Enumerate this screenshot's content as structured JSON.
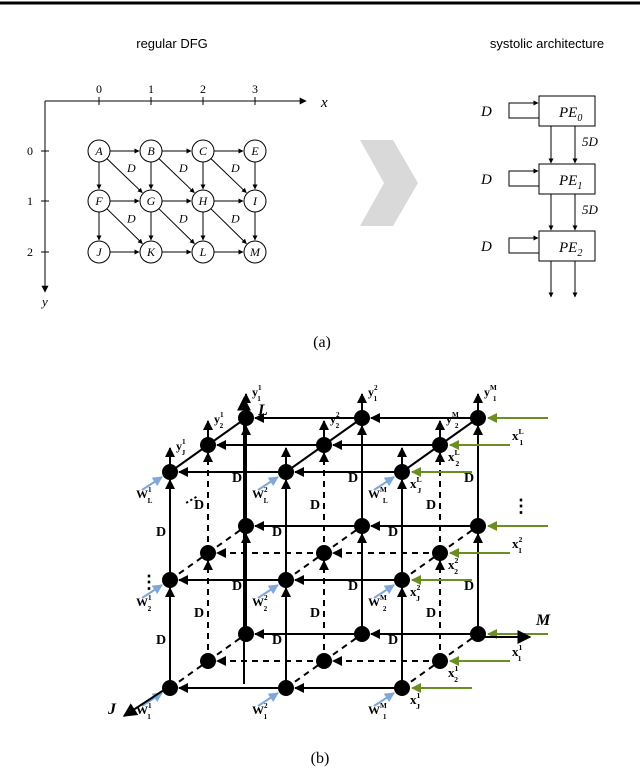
{
  "top_rule": true,
  "panel_a": {
    "dfg_title": "regular DFG",
    "arch_title": "systolic architecture",
    "x_axis_label": "x",
    "y_axis_label": "y",
    "x_ticks": [
      "0",
      "1",
      "2",
      "3"
    ],
    "y_ticks": [
      "0",
      "1",
      "2"
    ],
    "nodes": [
      [
        "A",
        "B",
        "C",
        "E"
      ],
      [
        "F",
        "G",
        "H",
        "I"
      ],
      [
        "J",
        "K",
        "L",
        "M"
      ]
    ],
    "delay_label": "D",
    "pe_labels": [
      "PE",
      "PE",
      "PE"
    ],
    "pe_subscripts": [
      "0",
      "1",
      "2"
    ],
    "pe_delay_labels": [
      "D",
      "D",
      "D"
    ],
    "inter_pe_delay": "5D",
    "caption": "(a)"
  },
  "panel_b": {
    "axis_L": "L",
    "axis_M": "M",
    "axis_J": "J",
    "D_label": "D",
    "ellipsis": "⋮",
    "caption": "(b)",
    "y_labels": [
      {
        "base": "y",
        "sub": "1",
        "sup": "1"
      },
      {
        "base": "y",
        "sub": "1",
        "sup": "2"
      },
      {
        "base": "y",
        "sub": "1",
        "sup": "M"
      },
      {
        "base": "y",
        "sub": "2",
        "sup": "1"
      },
      {
        "base": "y",
        "sub": "2",
        "sup": "2"
      },
      {
        "base": "y",
        "sub": "2",
        "sup": "M"
      },
      {
        "base": "y",
        "sub": "J",
        "sup": "1"
      }
    ],
    "x_labels": [
      {
        "base": "x",
        "sub": "1",
        "sup": "L"
      },
      {
        "base": "x",
        "sub": "2",
        "sup": "L"
      },
      {
        "base": "x",
        "sub": "J",
        "sup": "L"
      },
      {
        "base": "x",
        "sub": "1",
        "sup": "2"
      },
      {
        "base": "x",
        "sub": "2",
        "sup": "2"
      },
      {
        "base": "x",
        "sub": "J",
        "sup": "2"
      },
      {
        "base": "x",
        "sub": "1",
        "sup": "1"
      },
      {
        "base": "x",
        "sub": "2",
        "sup": "1"
      },
      {
        "base": "x",
        "sub": "J",
        "sup": "1"
      }
    ],
    "w_labels": [
      {
        "base": "W",
        "sub": "L",
        "sup": "1"
      },
      {
        "base": "W",
        "sub": "2",
        "sup": "1"
      },
      {
        "base": "W",
        "sub": "1",
        "sup": "1"
      },
      {
        "base": "W",
        "sub": "L",
        "sup": "2"
      },
      {
        "base": "W",
        "sub": "2",
        "sup": "2"
      },
      {
        "base": "W",
        "sub": "1",
        "sup": "2"
      },
      {
        "base": "W",
        "sub": "L",
        "sup": "M"
      },
      {
        "base": "W",
        "sub": "2",
        "sup": "M"
      },
      {
        "base": "W",
        "sub": "1",
        "sup": "M"
      }
    ],
    "colors": {
      "x_input_arrow": "#6b8e23",
      "w_input_arrow": "#7fa7d8"
    }
  },
  "right_arrow_color": "#d9d9d9"
}
